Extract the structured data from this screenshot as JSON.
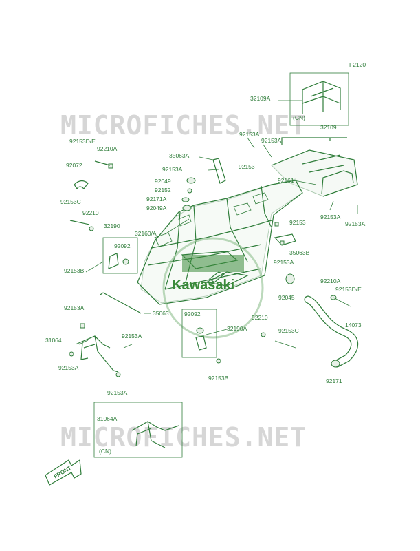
{
  "figure_code": "F2120",
  "watermarks": [
    "MICROFICHES.NET",
    "MICROFICHES.NET"
  ],
  "logo_text": "Kawasaki",
  "front_label": "FRONT",
  "cn_labels": [
    "(CN)",
    "(CN)"
  ],
  "part_labels": {
    "p32109A": "32109A",
    "p32109": "32109",
    "p92153A_a": "92153A",
    "p92153A_b": "92153A",
    "p35063A": "35063A",
    "p92153A_c": "92153A",
    "p92153_a": "92153",
    "p92161": "92161",
    "p92153A_d": "92153A",
    "p92153A_e": "92153A",
    "p92153DE_a": "92153D/E",
    "p92210A_a": "92210A",
    "p92072": "92072",
    "p92049": "92049",
    "p92152": "92152",
    "p92171A": "92171A",
    "p92049A": "92049A",
    "p92153C_a": "92153C",
    "p92210_a": "92210",
    "p32160A": "32160/A",
    "p32190": "32190",
    "p92092_a": "92092",
    "p92153B_a": "92153B",
    "p92153_b": "92153",
    "p35063B": "35063B",
    "p92153A_f": "92153A",
    "p92045": "92045",
    "p92210A_b": "92210A",
    "p92153DE_b": "92153D/E",
    "p92153A_g": "92153A",
    "p35063": "35063",
    "p92092_b": "92092",
    "p32190A": "32190A",
    "p92210_b": "92210",
    "p14073": "14073",
    "p92153C_b": "92153C",
    "p31064": "31064",
    "p92153A_h": "92153A",
    "p92153A_i": "92153A",
    "p92153B_b": "92153B",
    "p92171": "92171",
    "p92153A_j": "92153A",
    "p31064A": "31064A"
  }
}
